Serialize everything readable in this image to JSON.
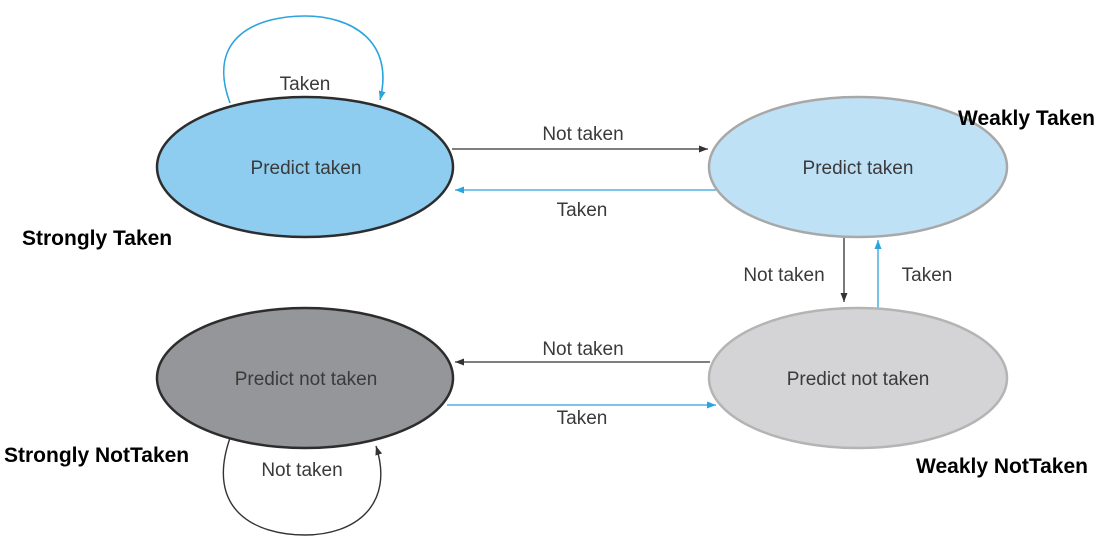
{
  "colors": {
    "strongly_taken_fill": "#8ecdf0",
    "weakly_taken_fill": "#bfe1f6",
    "weakly_not_taken_fill": "#d4d4d6",
    "strongly_not_taken_fill": "#959699",
    "taken_arrow": "#2aa4dd",
    "not_taken_arrow": "#333333"
  },
  "states": {
    "strongly_taken": {
      "label": "Predict taken",
      "caption": "Strongly Taken"
    },
    "weakly_taken": {
      "label": "Predict taken",
      "caption": "Weakly Taken"
    },
    "weakly_not_taken": {
      "label": "Predict not taken",
      "caption": "Weakly NotTaken"
    },
    "strongly_not_taken": {
      "label": "Predict not taken",
      "caption": "Strongly NotTaken"
    }
  },
  "transitions": {
    "st_self": "Taken",
    "st_to_wt": "Not taken",
    "wt_to_st": "Taken",
    "wt_to_wnt": "Not taken",
    "wnt_to_wt": "Taken",
    "wnt_to_snt": "Not taken",
    "snt_to_wnt": "Taken",
    "snt_self": "Not taken"
  }
}
